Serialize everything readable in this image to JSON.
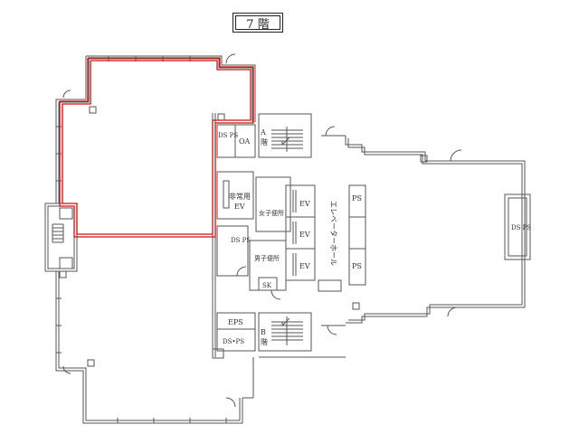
{
  "floor_title": "7 階",
  "colors": {
    "line": "#555555",
    "highlight": "#cc1111"
  },
  "rooms": {
    "ds_ps_top": "DS PS",
    "oa": "OA",
    "stair_a_1": "A",
    "stair_a_2": "階",
    "emergency_ev_1": "非常用",
    "emergency_ev_2": "EV",
    "womens_toilet": "女子便所",
    "ev_1": "EV",
    "ev_2": "EV",
    "ev_3": "EV",
    "ds_ps_mid": "DS PS",
    "mens_toilet": "男子便所",
    "sk": "SK",
    "elevator_hall": "エレベーターホール",
    "ps_1": "PS",
    "ps_2": "PS",
    "ds_ps_right": "DS PS",
    "eps": "EPS",
    "ds_ps_bottom": "DS•PS",
    "stair_b_1": "B",
    "stair_b_2": "階"
  }
}
